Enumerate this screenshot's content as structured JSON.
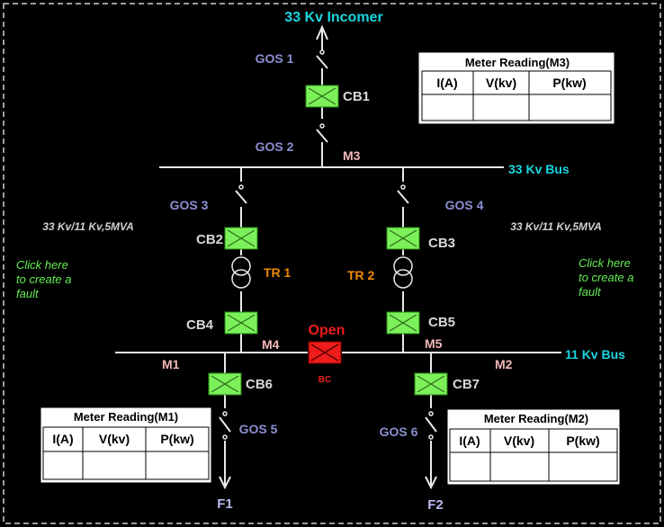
{
  "diagram": {
    "title": "33 Kv Incomer",
    "bus33_label": "33 Kv Bus",
    "bus11_label": "11 Kv Bus",
    "gos": [
      "GOS 1",
      "GOS 2",
      "GOS 3",
      "GOS 4",
      "GOS 5",
      "GOS 6"
    ],
    "breakers": [
      "CB1",
      "CB2",
      "CB3",
      "CB4",
      "CB5",
      "CB6",
      "CB7"
    ],
    "meters_points": [
      "M1",
      "M2",
      "M3",
      "M4",
      "M5"
    ],
    "transformers": [
      "TR 1",
      "TR 2"
    ],
    "rating_left": "33 Kv/11 Kv,5MVA",
    "rating_right": "33 Kv/11 Kv,5MVA",
    "fault_left": [
      "Click here",
      "to create a",
      "fault"
    ],
    "fault_right": [
      "Click here",
      "to create a",
      "fault"
    ],
    "bus_coupler": {
      "status": "Open",
      "label": "BC"
    },
    "feeders": [
      "F1",
      "F2"
    ]
  },
  "meter_tables": {
    "m3": {
      "title": "Meter Reading(M3)",
      "headers": [
        "I(A)",
        "V(kv)",
        "P(kw)"
      ],
      "values": [
        "",
        "",
        ""
      ]
    },
    "m1": {
      "title": "Meter Reading(M1)",
      "headers": [
        "I(A)",
        "V(kv)",
        "P(kw)"
      ],
      "values": [
        "",
        "",
        ""
      ]
    },
    "m2": {
      "title": "Meter Reading(M2)",
      "headers": [
        "I(A)",
        "V(kv)",
        "P(kw)"
      ],
      "values": [
        "",
        "",
        ""
      ]
    }
  },
  "colors": {
    "background": "#000000",
    "breaker_closed": "#7cf05a",
    "breaker_open": "#ee1c1c",
    "bus_label": "#1ad6e0",
    "transformer_label": "#f08a00",
    "fault_link": "#66ee55"
  }
}
